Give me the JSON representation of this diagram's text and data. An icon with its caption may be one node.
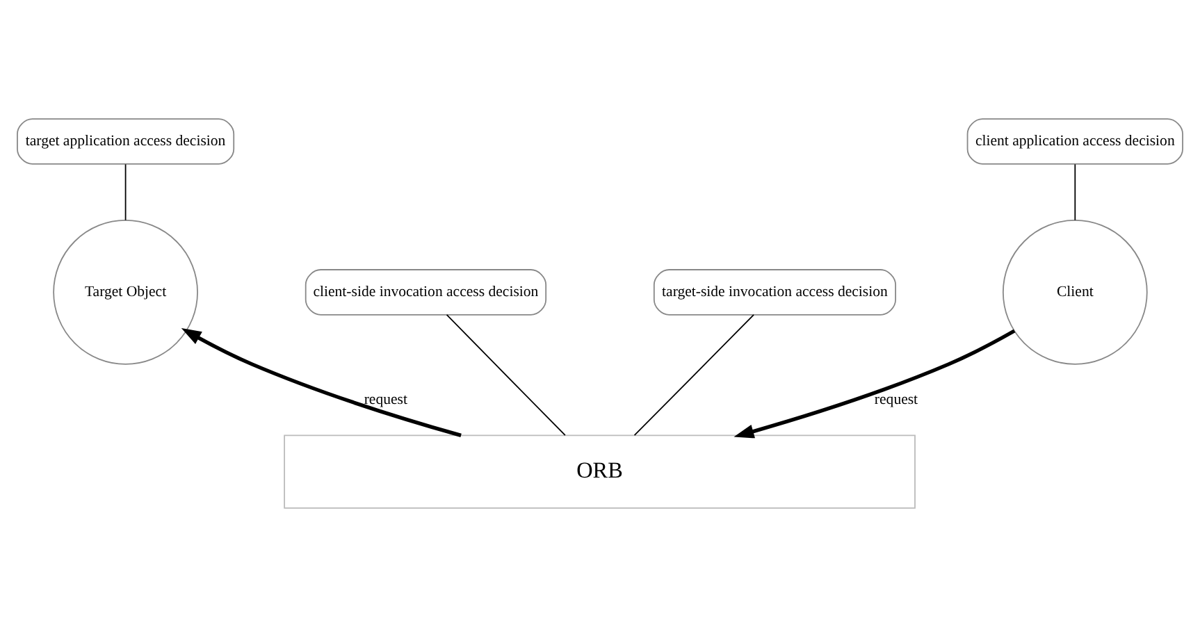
{
  "diagram": {
    "nodes": [
      {
        "text": [
          "Client"
        ]
      },
      {
        "text": [
          "client application access decision"
        ]
      },
      {
        "text": [
          "Target Object"
        ]
      },
      {
        "text": [
          "target application access decision"
        ]
      },
      {
        "text": [
          "ORB"
        ]
      },
      {
        "text": [
          "client-side invocation access decision"
        ]
      },
      {
        "text": [
          "target-side invocation access decision"
        ]
      }
    ],
    "edges": [
      {
        "from": 1,
        "to": 0,
        "arrow": "none"
      },
      {
        "from": 3,
        "to": 2,
        "arrow": "none"
      },
      {
        "from": 0,
        "to": 4,
        "arrow": "to",
        "label": "request",
        "style": "thick"
      },
      {
        "from": 4,
        "to": 2,
        "arrow": "to",
        "label": "request",
        "style": "thick"
      },
      {
        "from": 5,
        "to": 4,
        "arrow": "none"
      },
      {
        "from": 6,
        "to": 4,
        "arrow": "none"
      }
    ]
  }
}
